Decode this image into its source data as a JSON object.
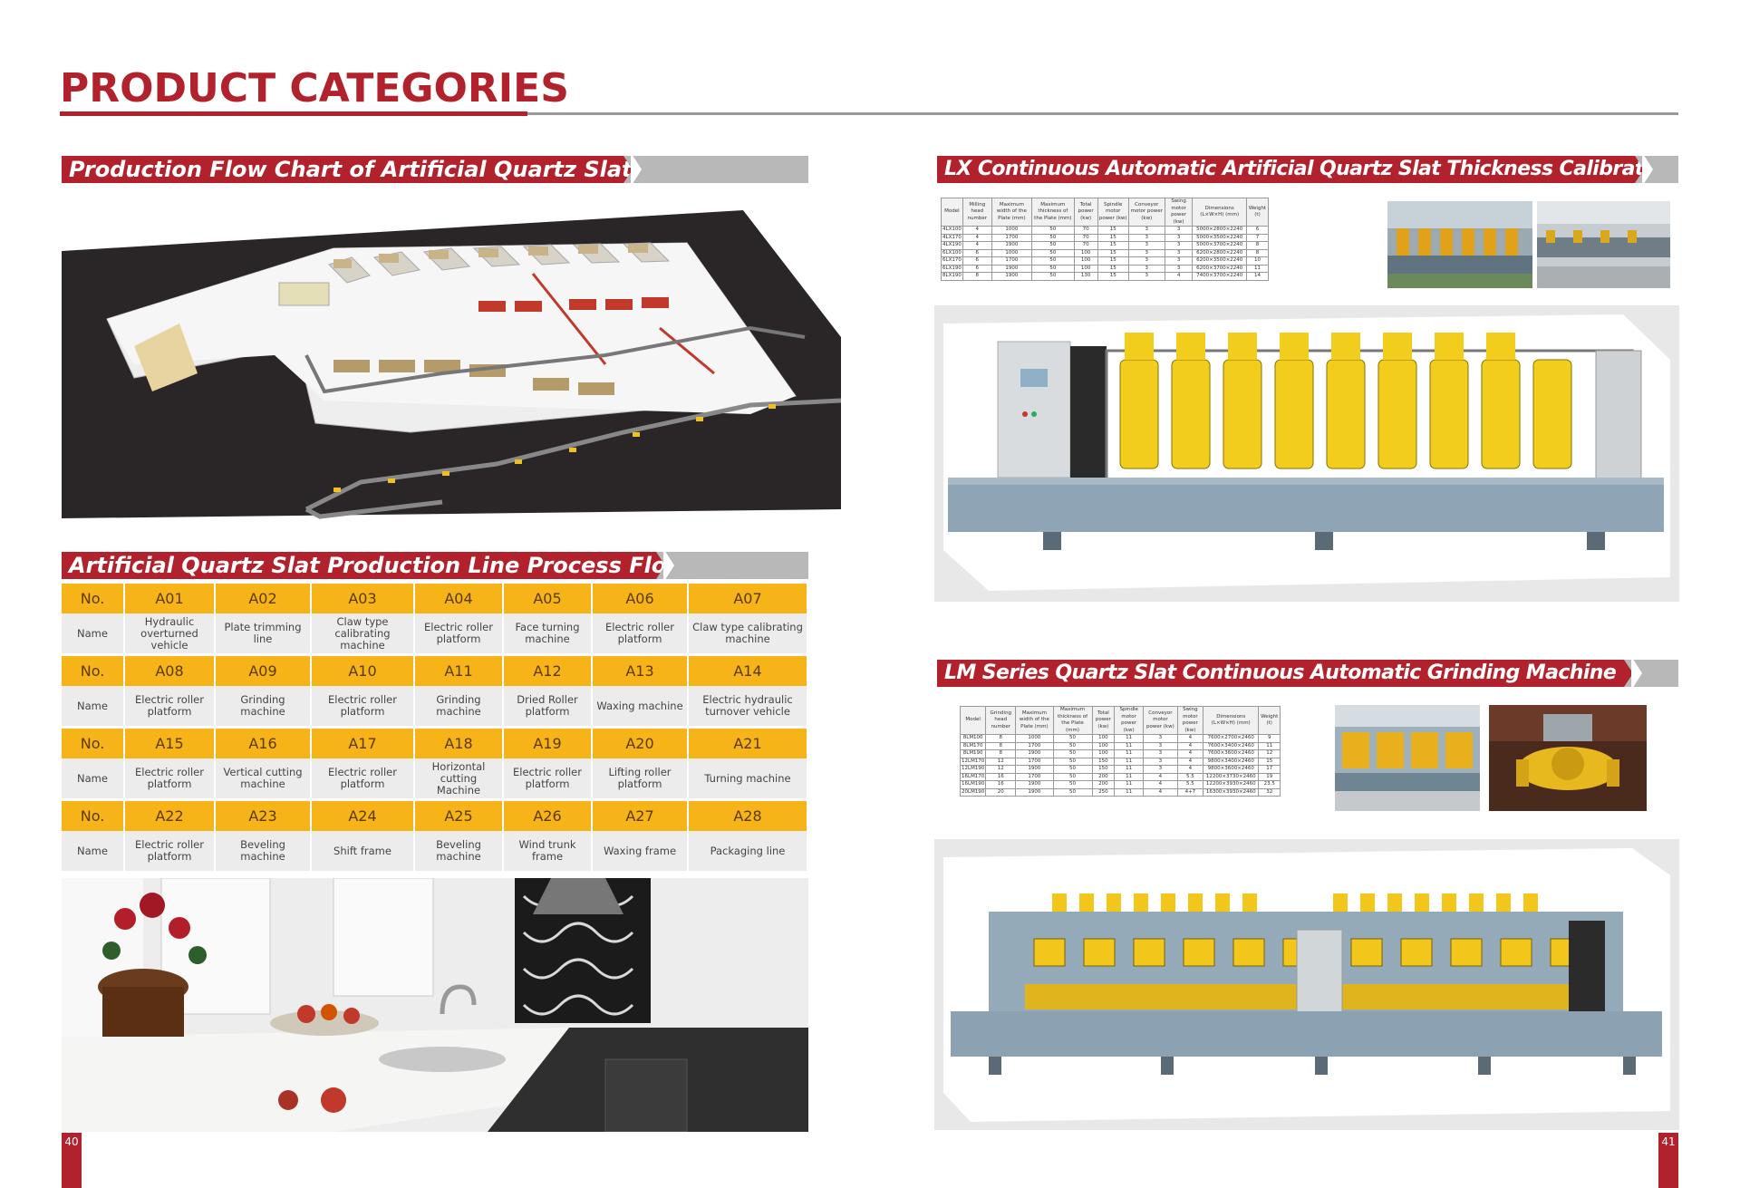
{
  "page_title": "PRODUCT CATEGORIES",
  "sections": {
    "flow_chart": "Production Flow Chart of Artificial Quartz Slat",
    "process_flow": "Artificial Quartz Slat Production Line Process Flow",
    "lx_machine": "LX Continuous Automatic Artificial Quartz Slat Thickness Calibrating Machine",
    "lm_machine": "LM Series Quartz Slat Continuous Automatic Grinding Machine"
  },
  "process": {
    "no_label": "No.",
    "name_label": "Name",
    "rows": [
      [
        {
          "code": "A01",
          "name": "Hydraulic overturned vehicle"
        },
        {
          "code": "A02",
          "name": "Plate trimming line"
        },
        {
          "code": "A03",
          "name": "Claw type calibrating machine"
        },
        {
          "code": "A04",
          "name": "Electric roller platform"
        },
        {
          "code": "A05",
          "name": "Face turning machine"
        },
        {
          "code": "A06",
          "name": "Electric roller platform"
        },
        {
          "code": "A07",
          "name": "Claw type calibrating machine"
        }
      ],
      [
        {
          "code": "A08",
          "name": "Electric roller platform"
        },
        {
          "code": "A09",
          "name": "Grinding machine"
        },
        {
          "code": "A10",
          "name": "Electric roller platform"
        },
        {
          "code": "A11",
          "name": "Grinding machine"
        },
        {
          "code": "A12",
          "name": "Dried Roller platform"
        },
        {
          "code": "A13",
          "name": "Waxing machine"
        },
        {
          "code": "A14",
          "name": "Electric hydraulic turnover vehicle"
        }
      ],
      [
        {
          "code": "A15",
          "name": "Electric roller platform"
        },
        {
          "code": "A16",
          "name": "Vertical cutting machine"
        },
        {
          "code": "A17",
          "name": "Electric roller platform"
        },
        {
          "code": "A18",
          "name": "Horizontal cutting Machine"
        },
        {
          "code": "A19",
          "name": "Electric roller platform"
        },
        {
          "code": "A20",
          "name": "Lifting roller platform"
        },
        {
          "code": "A21",
          "name": "Turning machine"
        }
      ],
      [
        {
          "code": "A22",
          "name": "Electric roller platform"
        },
        {
          "code": "A23",
          "name": "Beveling machine"
        },
        {
          "code": "A24",
          "name": "Shift frame"
        },
        {
          "code": "A25",
          "name": "Beveling machine"
        },
        {
          "code": "A26",
          "name": "Wind trunk frame"
        },
        {
          "code": "A27",
          "name": "Waxing frame"
        },
        {
          "code": "A28",
          "name": "Packaging line"
        }
      ]
    ]
  },
  "lx_spec": {
    "headers": [
      "Model",
      "Milling head number",
      "Maximum width of the Plate (mm)",
      "Maximum thickness of the Plate (mm)",
      "Total power (kw)",
      "Spindle motor power (kw)",
      "Conveyor motor power (kw)",
      "Swing motor power (kw)",
      "Dimensions (L×W×H) (mm)",
      "Weight (t)"
    ],
    "rows": [
      [
        "4LX100",
        "4",
        "1000",
        "50",
        "70",
        "15",
        "3",
        "3",
        "5000×2800×2240",
        "6"
      ],
      [
        "4LX170",
        "4",
        "1700",
        "50",
        "70",
        "15",
        "3",
        "3",
        "5000×3500×2240",
        "7"
      ],
      [
        "4LX190",
        "4",
        "1900",
        "50",
        "70",
        "15",
        "3",
        "3",
        "5000×3700×2240",
        "8"
      ],
      [
        "6LX100",
        "6",
        "1000",
        "50",
        "100",
        "15",
        "3",
        "3",
        "6200×2800×2240",
        "8"
      ],
      [
        "6LX170",
        "6",
        "1700",
        "50",
        "100",
        "15",
        "3",
        "3",
        "6200×3500×2240",
        "10"
      ],
      [
        "6LX190",
        "6",
        "1900",
        "50",
        "100",
        "15",
        "3",
        "3",
        "6200×3700×2240",
        "11"
      ],
      [
        "8LX190",
        "8",
        "1900",
        "50",
        "130",
        "15",
        "3",
        "4",
        "7400×3700×2240",
        "14"
      ]
    ]
  },
  "lm_spec": {
    "headers": [
      "Model",
      "Grinding head number",
      "Maximum width of the Plate (mm)",
      "Maximum thickness of the Plate (mm)",
      "Total power (kw)",
      "Spindle motor power (kw)",
      "Conveyor motor power (kw)",
      "Swing motor power (kw)",
      "Dimensions (L×W×H) (mm)",
      "Weight (t)"
    ],
    "rows": [
      [
        "8LM100",
        "8",
        "1000",
        "50",
        "100",
        "11",
        "3",
        "4",
        "7600×2700×2460",
        "9"
      ],
      [
        "8LM170",
        "8",
        "1700",
        "50",
        "100",
        "11",
        "3",
        "4",
        "7600×3400×2460",
        "11"
      ],
      [
        "8LM190",
        "8",
        "1900",
        "50",
        "100",
        "11",
        "3",
        "4",
        "7600×3600×2460",
        "12"
      ],
      [
        "12LM170",
        "12",
        "1700",
        "50",
        "150",
        "11",
        "3",
        "4",
        "9800×3400×2460",
        "15"
      ],
      [
        "12LM190",
        "12",
        "1900",
        "50",
        "150",
        "11",
        "3",
        "4",
        "9800×3600×2460",
        "17"
      ],
      [
        "16LM170",
        "16",
        "1700",
        "50",
        "200",
        "11",
        "4",
        "5.5",
        "12200×3730×2460",
        "19"
      ],
      [
        "16LM190",
        "16",
        "1900",
        "50",
        "200",
        "11",
        "4",
        "5.5",
        "12200×3930×2460",
        "23.5"
      ],
      [
        "20LM190",
        "20",
        "1900",
        "50",
        "250",
        "11",
        "4",
        "4+7",
        "16300×3930×2460",
        "32"
      ]
    ]
  },
  "page_numbers": {
    "left": "40",
    "right": "41"
  },
  "colors": {
    "brand_red": "#b1222c",
    "header_yellow": "#f6b418",
    "machine_yellow": "#f3cd1b",
    "machine_blue": "#8fa5b5"
  },
  "icons": []
}
